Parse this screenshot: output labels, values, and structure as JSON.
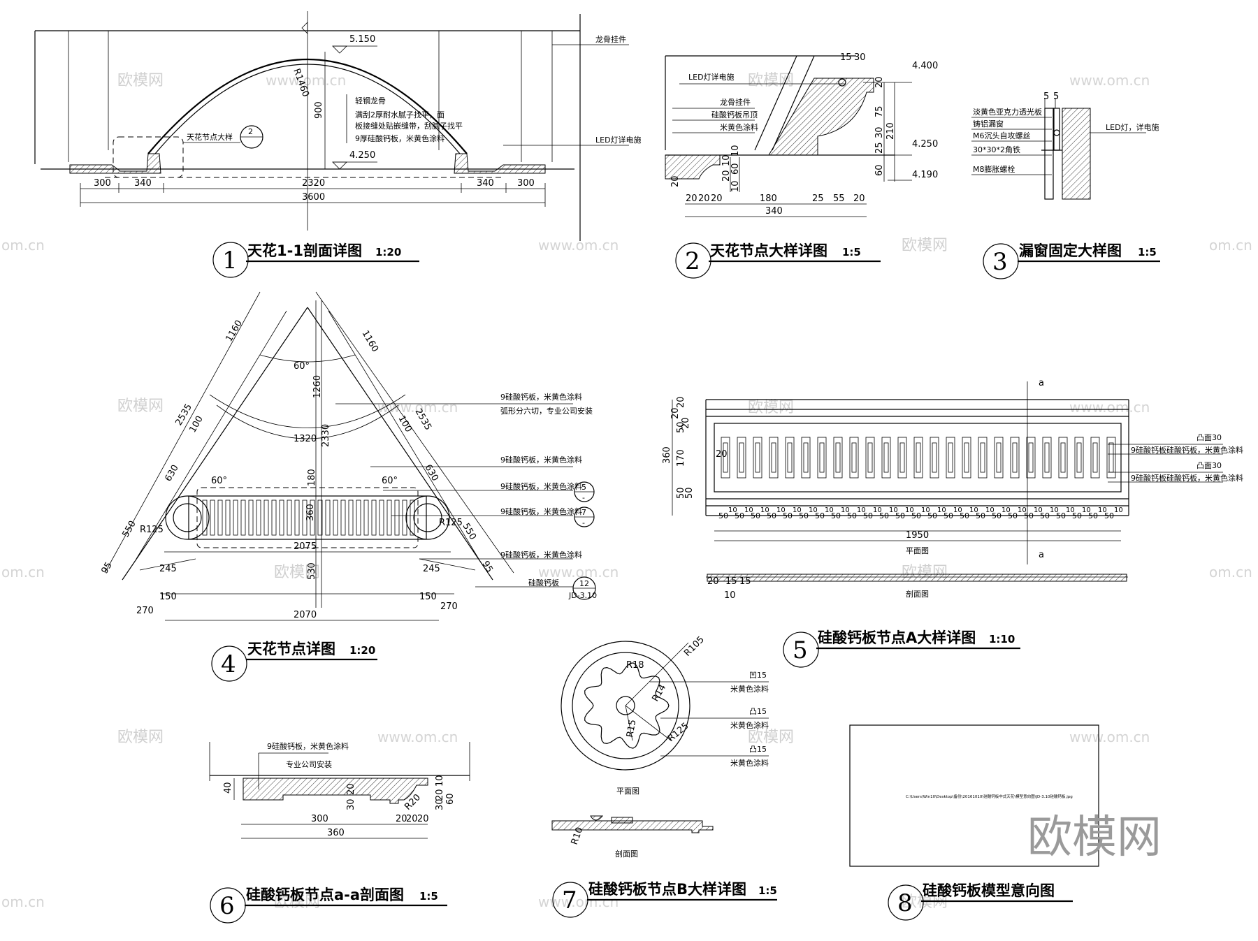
{
  "watermark": {
    "cn": "欧模网",
    "url": "www.om.cn",
    "url_short": "om.cn"
  },
  "titles": [
    {
      "num": "1",
      "text": "天花1-1剖面详图",
      "scale": "1:20"
    },
    {
      "num": "2",
      "text": "天花节点大样详图",
      "scale": "1:5"
    },
    {
      "num": "3",
      "text": "漏窗固定大样图",
      "scale": "1:5"
    },
    {
      "num": "4",
      "text": "天花节点详图",
      "scale": "1:20"
    },
    {
      "num": "5",
      "text": "硅酸钙板节点A大样详图",
      "scale": "1:10"
    },
    {
      "num": "6",
      "text": "硅酸钙板节点a-a剖面图",
      "scale": "1:5"
    },
    {
      "num": "7",
      "text": "硅酸钙板节点B大样详图",
      "scale": "1:5"
    },
    {
      "num": "8",
      "text": "硅酸钙板模型意向图",
      "scale": ""
    }
  ],
  "d1": {
    "elev_top": "5.150",
    "elev_bot": "4.250",
    "radius": "R1460",
    "h900": "900",
    "notes": [
      "轻钢龙骨",
      "满刮2厚耐水腻子找平，面",
      "板接缝处贴嵌缝带，刮腻子找平",
      "9厚硅酸钙板，米黄色涂料"
    ],
    "label_node": "天花节点大样",
    "node_ref": "2",
    "label_hanger": "龙骨挂件",
    "label_led": "LED灯详电施",
    "dims": [
      "300",
      "340",
      "2320",
      "340",
      "300",
      "3600"
    ]
  },
  "d2": {
    "elevs": [
      "4.400",
      "4.250",
      "4.190"
    ],
    "labels": [
      "LED灯详电施",
      "龙骨挂件",
      "硅酸钙板吊顶",
      "米黄色涂料"
    ],
    "top_dims": [
      "15",
      "30"
    ],
    "right_dims": [
      "20",
      "75",
      "30",
      "25",
      "60",
      "210"
    ],
    "left_dims": [
      "10",
      "20",
      "10",
      "60",
      "20",
      "10"
    ],
    "bot_dims": [
      "20",
      "20",
      "20",
      "180",
      "25",
      "55",
      "20",
      "340"
    ]
  },
  "d3": {
    "labels": [
      "淡黄色亚克力透光板",
      "铸铝漏窗",
      "M6沉头自攻螺丝",
      "30*30*2角铁",
      "M8膨胀螺栓",
      "LED灯，详电施"
    ],
    "top_dims": [
      "5",
      "5"
    ]
  },
  "d4": {
    "angle": "60°",
    "angle_small": "60°",
    "arc": "1320",
    "left_dims": [
      "1160",
      "2535",
      "100",
      "630",
      "550",
      "95"
    ],
    "right_dims": [
      "1160",
      "2535",
      "100",
      "630",
      "550",
      "95"
    ],
    "center_dims": [
      "1260",
      "2330",
      "180",
      "360",
      "530"
    ],
    "radius_l": "R125",
    "radius_r": "R125",
    "bottom_dims": [
      "2075",
      "245",
      "245",
      "150",
      "150",
      "270",
      "270",
      "2070"
    ],
    "notes": [
      "9硅酸钙板，米黄色涂料",
      "弧形分六切，专业公司安装",
      "9硅酸钙板，米黄色涂料",
      "9硅酸钙板，米黄色涂料",
      "9硅酸钙板，米黄色涂料",
      "9硅酸钙板，米黄色涂料",
      "硅酸钙板"
    ],
    "refs": [
      "5",
      "-",
      "7",
      "-",
      "12",
      "JD-3.10"
    ]
  },
  "d5": {
    "section_mark": "a",
    "plan_label": "平面图",
    "section_label": "剖面图",
    "right_notes": [
      "凸面30",
      "9硅酸钙板硅酸钙板，米黄色涂料",
      "凸面30",
      "9硅酸钙板硅酸钙板，米黄色涂料"
    ],
    "left_dims": [
      "20",
      "20",
      "20",
      "50",
      "170",
      "50",
      "50",
      "360"
    ],
    "inner_dim": "20",
    "unit_a": "50",
    "unit_b": "10",
    "total": "1950",
    "sec_dims": [
      "20",
      "15",
      "15",
      "10"
    ]
  },
  "d6": {
    "notes": [
      "9硅酸钙板，米黄色涂料",
      "专业公司安装"
    ],
    "dims": [
      "40",
      "20",
      "30",
      "R20",
      "10",
      "20",
      "30",
      "60",
      "300",
      "20",
      "20",
      "20",
      "360"
    ]
  },
  "d7": {
    "radii": [
      "R105",
      "R18",
      "R14",
      "R15",
      "R125",
      "R10"
    ],
    "notes": [
      "凹15",
      "米黄色涂料",
      "凸15",
      "米黄色涂料",
      "凸15",
      "米黄色涂料"
    ],
    "plan_label": "平面图",
    "section_label": "剖面图"
  },
  "d8": {
    "path": "C:\\Users\\Win10\\Desktop\\备份\\20161010\\硅酸钙板中式天花\\模型意向图\\JD-3.10硅酸钙板.jpg"
  }
}
